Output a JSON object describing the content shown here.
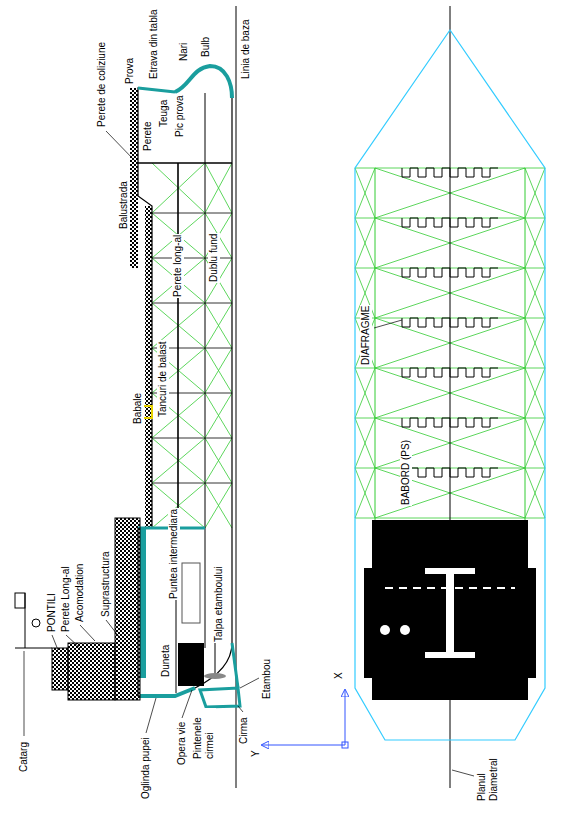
{
  "diagram": {
    "labels": [
      "Catarg",
      "PONTILI",
      "Perete Long-al",
      "Acomodation",
      "Suprastructura",
      "Oglinda pupei",
      "Opera vie",
      "Pintenele cirmei",
      "Cirma",
      "Etambou",
      "Talpa etamboului",
      "Duneta",
      "Puntea intermediara",
      "Babale",
      "Tancuri de balast",
      "Perete long-al",
      "Dublu fund",
      "Balustrada",
      "Perete de coliziune",
      "Perete",
      "Prova",
      "Teuga",
      "Etrava din tabla",
      "Nari",
      "Bulb",
      "Linia de baza",
      "DIAFRAGME",
      "BABORD (PS)",
      "Planul Diametral",
      "X",
      "Y",
      "Pic prova"
    ]
  }
}
